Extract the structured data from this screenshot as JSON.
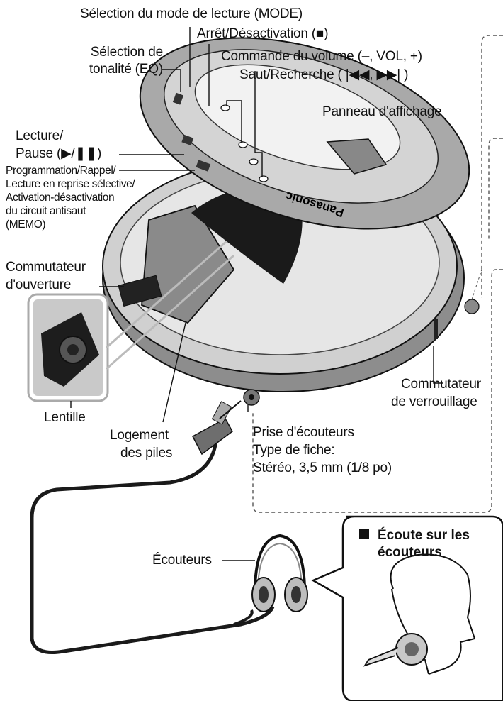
{
  "labels": {
    "mode": "Sélection du mode de lecture (MODE)",
    "stop": "Arrêt/Désactivation (■)",
    "eq_line1": "Sélection de",
    "eq_line2": "tonalité (EQ)",
    "volume": "Commande du volume (–, VOL, +)",
    "skip": "Saut/Recherche ( |◀◀, ▶▶| )",
    "display": "Panneau d'affichage",
    "play_line1": "Lecture/",
    "play_line2": "Pause (▶/❚❚)",
    "memo_line1": "Programmation/Rappel/",
    "memo_line2": "Lecture en reprise sélective/",
    "memo_line3": "Activation-désactivation",
    "memo_line4": "du circuit antisaut",
    "memo_line5": "(MEMO)",
    "open_line1": "Commutateur",
    "open_line2": "d'ouverture",
    "lens": "Lentille",
    "battery_line1": "Logement",
    "battery_line2": "des piles",
    "jack_line1": "Prise d'écouteurs",
    "jack_line2": "Type de fiche:",
    "jack_line3": "Stéréo, 3,5 mm (1/8 po)",
    "hold_line1": "Commutateur",
    "hold_line2": "de verrouillage",
    "headphones": "Écouteurs",
    "brand": "Panasonic"
  },
  "callout": {
    "title_line1": "Écoute sur les",
    "title_line2": "écouteurs"
  }
}
